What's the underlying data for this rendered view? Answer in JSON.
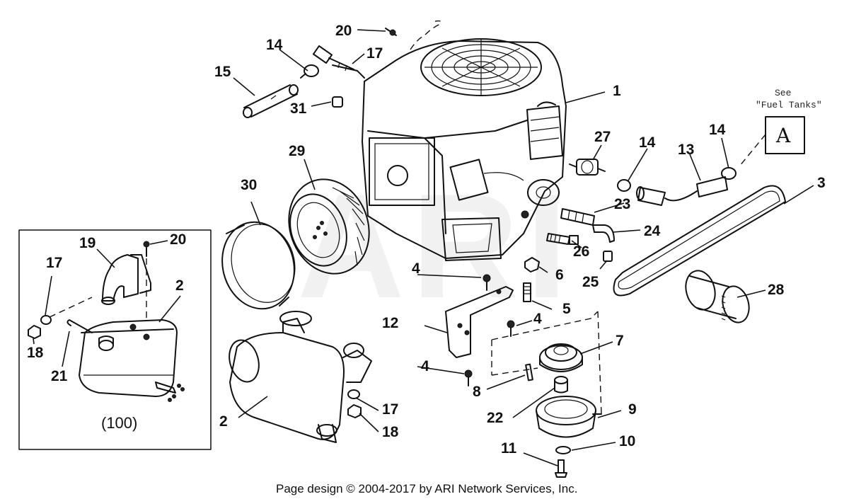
{
  "watermark": "ARI",
  "see_note": {
    "line1": "See",
    "line2": "\"Fuel Tanks\"",
    "ref": "A"
  },
  "callouts": [
    "1",
    "2",
    "3",
    "4",
    "5",
    "6",
    "7",
    "8",
    "9",
    "10",
    "11",
    "12",
    "13",
    "14",
    "15",
    "17",
    "18",
    "19",
    "20",
    "21",
    "22",
    "23",
    "24",
    "25",
    "26",
    "27",
    "28",
    "29",
    "30",
    "31"
  ],
  "inset": {
    "label": "(100)",
    "callouts": [
      "17",
      "18",
      "19",
      "20",
      "2",
      "21"
    ]
  },
  "footer": "Page design © 2004-2017 by ARI Network Services, Inc."
}
